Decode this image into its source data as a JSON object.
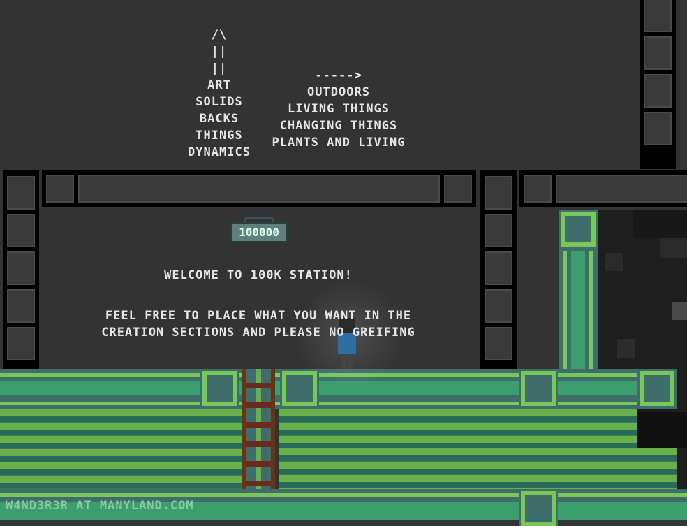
{
  "signs": {
    "up_arrow": [
      "/\\",
      "||",
      "||"
    ],
    "up_categories": [
      "ART",
      "SOLIDS",
      "BACKS",
      "THINGS",
      "DYNAMICS"
    ],
    "right_arrow": "----->",
    "right_categories": [
      "OUTDOORS",
      "LIVING THINGS",
      "CHANGING THINGS",
      "PLANTS AND LIVING"
    ],
    "welcome": "WELCOME TO 100K STATION!",
    "message": "FEEL FREE TO PLACE WHAT YOU WANT IN THE\nCREATION SECTIONS AND PLEASE NO GREIFING"
  },
  "counter": {
    "value": "100000"
  },
  "watermark": "W4ND3R3R AT MANYLAND.COM",
  "colors": {
    "background": "#333333",
    "pipe_green": "#79c75a",
    "pipe_teal": "#3f6e6a",
    "ladder": "#6a2a20"
  }
}
